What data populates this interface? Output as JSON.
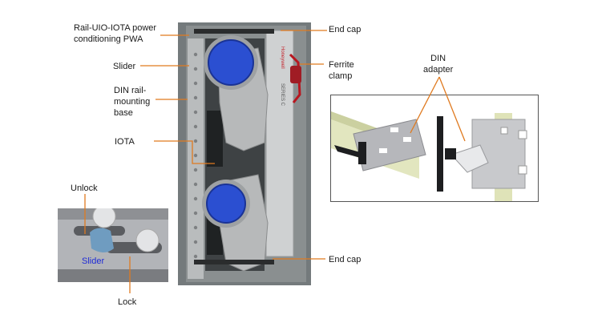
{
  "labels": {
    "power_pwa": "Rail-UIO-IOTA power\nconditioning PWA",
    "slider": "Slider",
    "din_rail_base": "DIN rail-\nmounting\nbase",
    "iota": "IOTA",
    "end_cap_top": "End cap",
    "ferrite_clamp": "Ferrite\nclamp",
    "end_cap_bottom": "End cap",
    "din_adapter": "DIN\nadapter",
    "unlock": "Unlock",
    "lock": "Lock",
    "inset_slider": "Slider"
  },
  "module_text": {
    "brand": "Honeywell",
    "series": "SERIES C"
  },
  "colors": {
    "leader_line": "#e07a1f",
    "inset_slider_text": "#1f2bd6",
    "module_blue": "#2b4fd1",
    "panel_border": "#555555"
  }
}
